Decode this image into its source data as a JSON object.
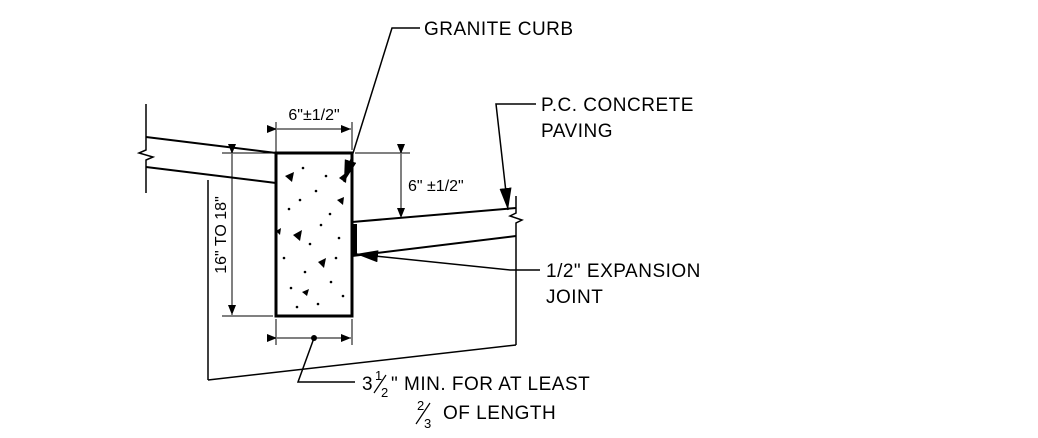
{
  "labels": {
    "granite_curb": "GRANITE CURB",
    "pc_concrete_line1": "P.C. CONCRETE",
    "pc_concrete_line2": "PAVING",
    "expansion_line1": "1/2\" EXPANSION",
    "expansion_line2": "JOINT",
    "min_whole": "3",
    "min_frac_num": "1",
    "min_frac_den": "2",
    "min_rest": "\" MIN. FOR AT LEAST",
    "length_frac_num": "2",
    "length_frac_den": "3",
    "length_rest": "OF LENGTH"
  },
  "dimensions": {
    "curb_width": "6\"±1/2\"",
    "reveal": "6\" ±1/2\"",
    "curb_depth": "16\" TO 18\""
  },
  "colors": {
    "line": "#000000",
    "background": "#ffffff"
  }
}
